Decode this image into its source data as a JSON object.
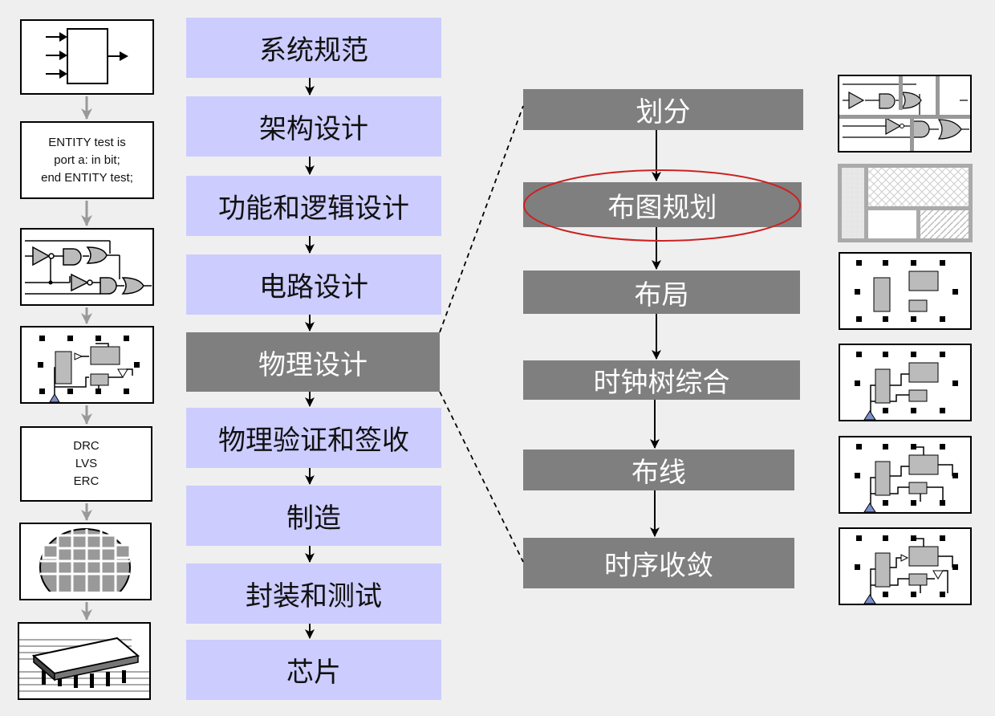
{
  "main_flow": {
    "steps": [
      "系统规范",
      "架构设计",
      "功能和逻辑设计",
      "电路设计",
      "物理设计",
      "物理验证和签收",
      "制造",
      "封装和测试",
      "芯片"
    ],
    "active_step": "物理设计"
  },
  "physical_flow": {
    "steps": [
      "划分",
      "布图规划",
      "布局",
      "时钟树综合",
      "布线",
      "时序收敛"
    ],
    "highlighted_step": "布图规划"
  },
  "left_icons": {
    "rtl_code": [
      "ENTITY test is",
      "port a: in bit;",
      "end ENTITY test;"
    ],
    "verification": [
      "DRC",
      "LVS",
      "ERC"
    ]
  },
  "colors": {
    "main_box": "#ccccff",
    "active_box": "#7f7f7f",
    "sub_box": "#7f7f7f",
    "highlight_ellipse": "#cc2222",
    "left_arrow": "#999999",
    "background": "#efefef"
  }
}
